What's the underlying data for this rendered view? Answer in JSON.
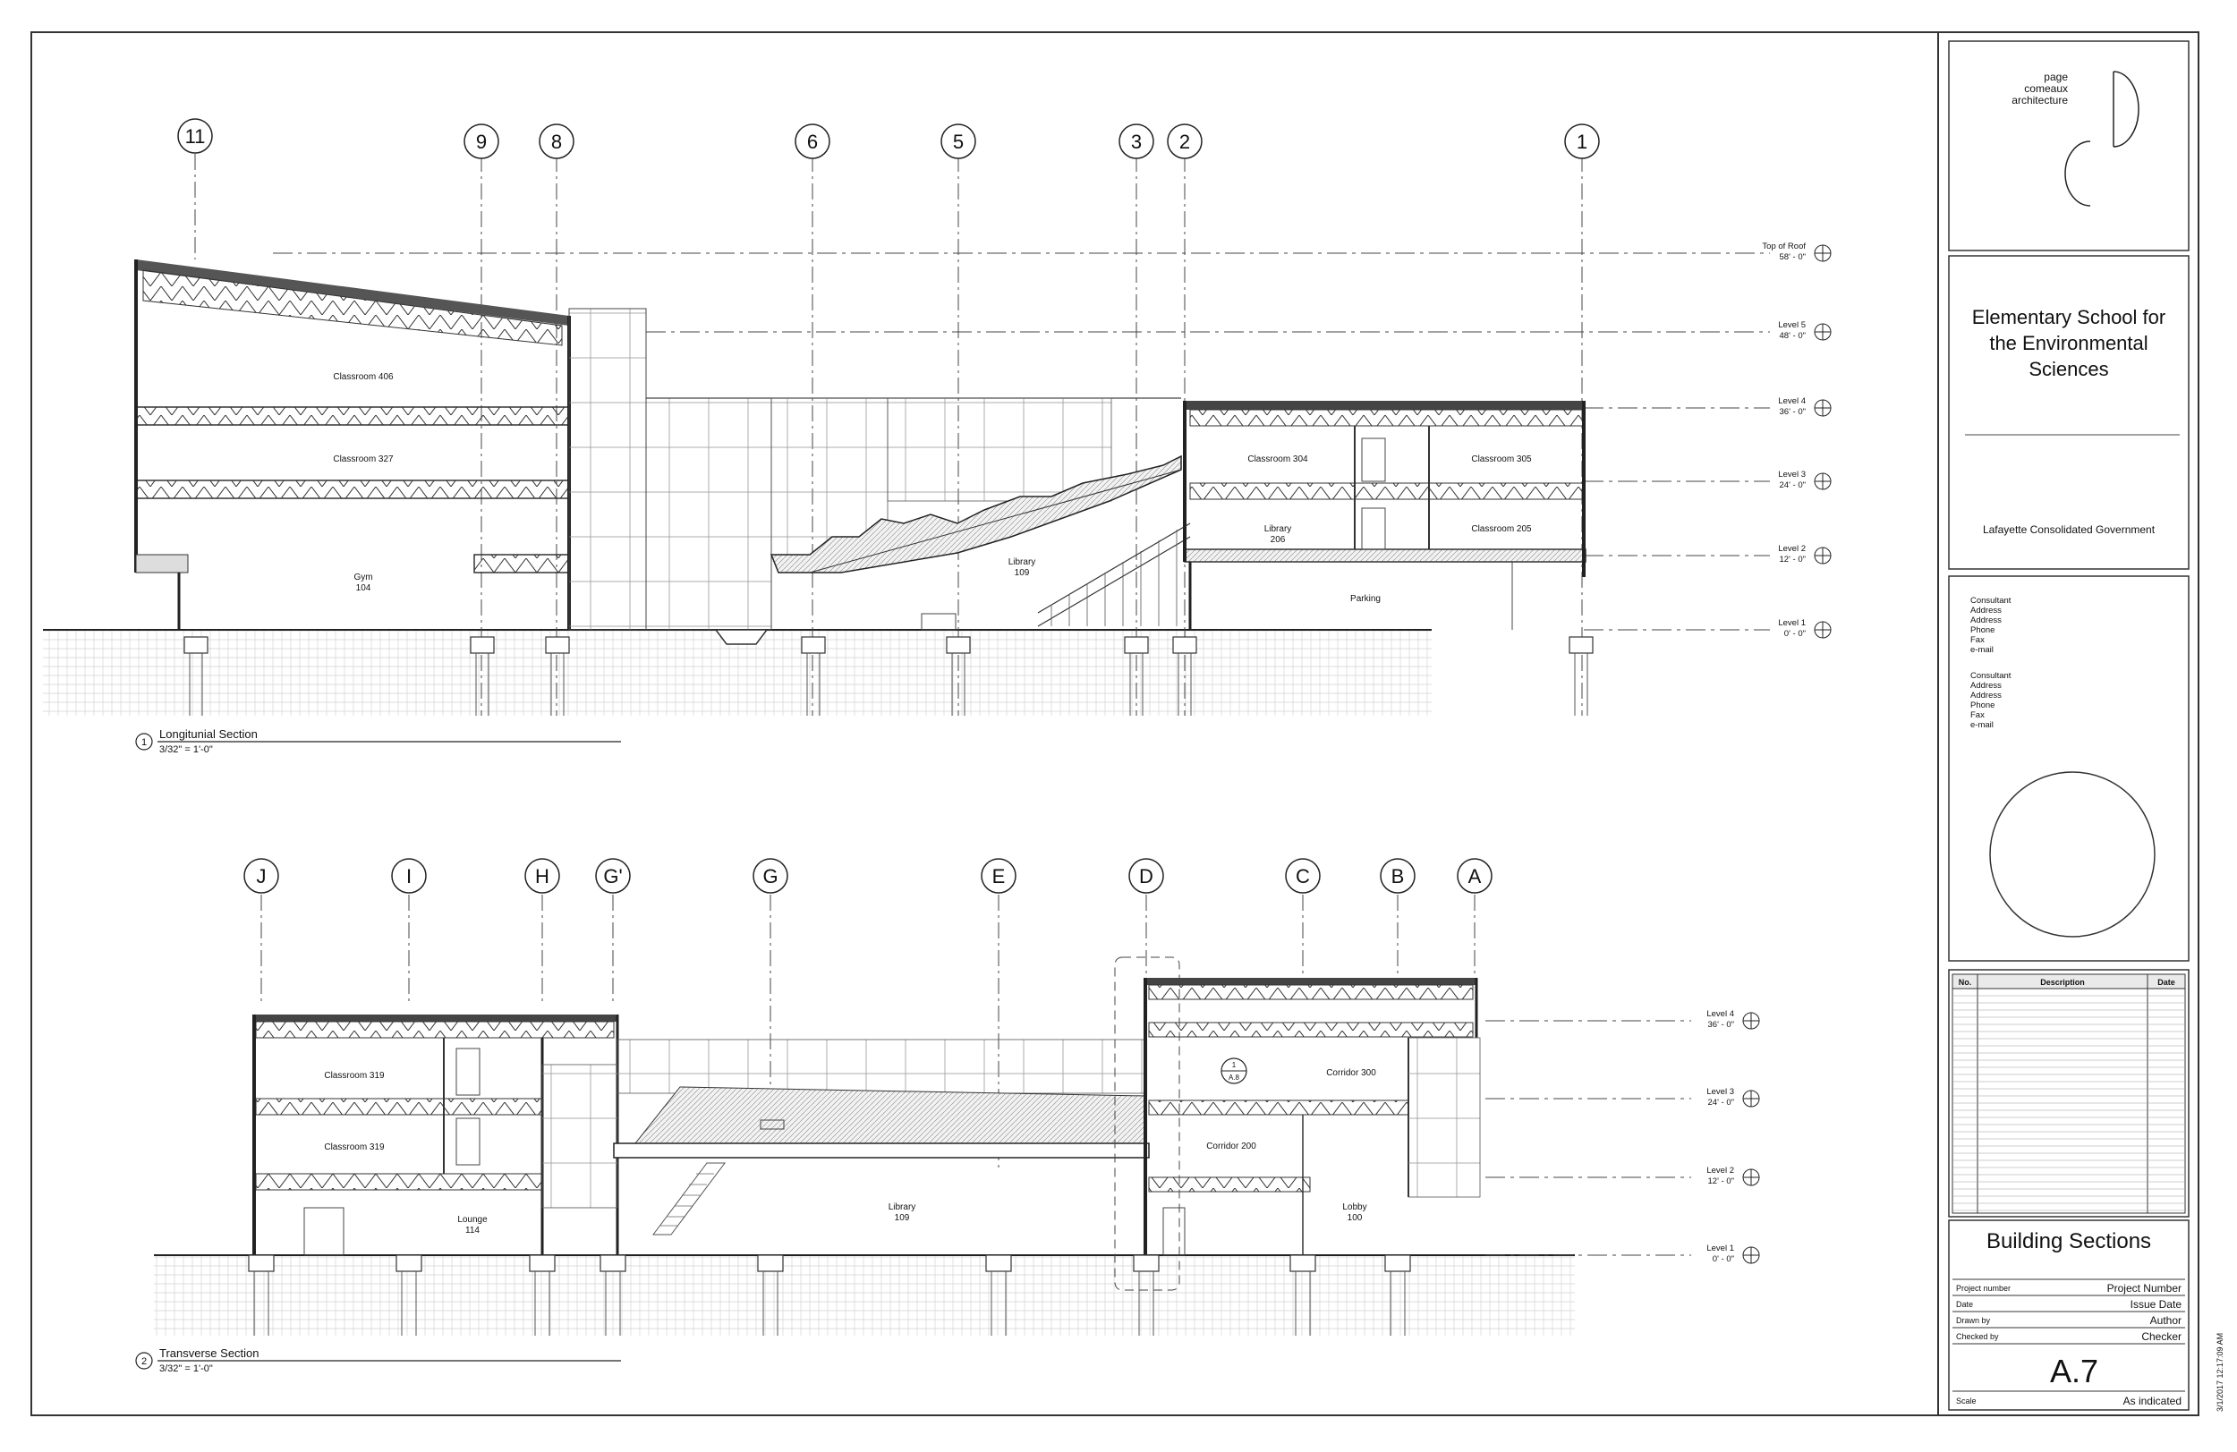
{
  "section1": {
    "title": "Longitunial Section",
    "scale": "3/32\" = 1'-0\"",
    "number": "1",
    "grids": [
      "11",
      "9",
      "8",
      "6",
      "5",
      "3",
      "2",
      "1"
    ],
    "levels": [
      {
        "name": "Top of Roof",
        "elev": "58' - 0\""
      },
      {
        "name": "Level 5",
        "elev": "48' - 0\""
      },
      {
        "name": "Level 4",
        "elev": "36' - 0\""
      },
      {
        "name": "Level 3",
        "elev": "24' - 0\""
      },
      {
        "name": "Level 2",
        "elev": "12' - 0\""
      },
      {
        "name": "Level 1",
        "elev": "0' - 0\""
      }
    ],
    "rooms": {
      "classroom406": "Classroom 406",
      "classroom327": "Classroom 327",
      "gym_name": "Gym",
      "gym_num": "104",
      "library_name": "Library",
      "library_num": "109",
      "classroom304": "Classroom 304",
      "classroom305": "Classroom 305",
      "library206_name": "Library",
      "library206_num": "206",
      "classroom205": "Classroom 205",
      "parking": "Parking"
    }
  },
  "section2": {
    "title": "Transverse Section",
    "scale": "3/32\" = 1'-0\"",
    "number": "2",
    "grids": [
      "J",
      "I",
      "H",
      "G'",
      "G",
      "E",
      "D",
      "C",
      "B",
      "A"
    ],
    "levels": [
      {
        "name": "Level 4",
        "elev": "36' - 0\""
      },
      {
        "name": "Level 3",
        "elev": "24' - 0\""
      },
      {
        "name": "Level 2",
        "elev": "12' - 0\""
      },
      {
        "name": "Level 1",
        "elev": "0' - 0\""
      }
    ],
    "rooms": {
      "classroom319a": "Classroom 319",
      "classroom319b": "Classroom 319",
      "lounge_name": "Lounge",
      "lounge_num": "114",
      "library_name": "Library",
      "library_num": "109",
      "corridor300": "Corridor 300",
      "corridor200": "Corridor 200",
      "lobby_name": "Lobby",
      "lobby_num": "100"
    },
    "callout": {
      "num": "1",
      "sheet": "A.8"
    }
  },
  "titleblock": {
    "firm": [
      "page",
      "comeaux",
      "architecture"
    ],
    "project_lines": [
      "Elementary School for",
      "the Environmental",
      "Sciences"
    ],
    "client": "Lafayette Consolidated Government",
    "consultants": [
      [
        "Consultant",
        "Address",
        "Address",
        "Phone",
        "Fax",
        "e-mail"
      ],
      [
        "Consultant",
        "Address",
        "Address",
        "Phone",
        "Fax",
        "e-mail"
      ]
    ],
    "revision_headers": {
      "no": "No.",
      "description": "Description",
      "date": "Date"
    },
    "sheet_title": "Building Sections",
    "fields": [
      {
        "label": "Project number",
        "value": "Project Number"
      },
      {
        "label": "Date",
        "value": "Issue Date"
      },
      {
        "label": "Drawn by",
        "value": "Author"
      },
      {
        "label": "Checked by",
        "value": "Checker"
      }
    ],
    "sheet_number": "A.7",
    "scale_label": "Scale",
    "scale_value": "As indicated",
    "timestamp": "3/1/2017 12:17:09 AM"
  }
}
